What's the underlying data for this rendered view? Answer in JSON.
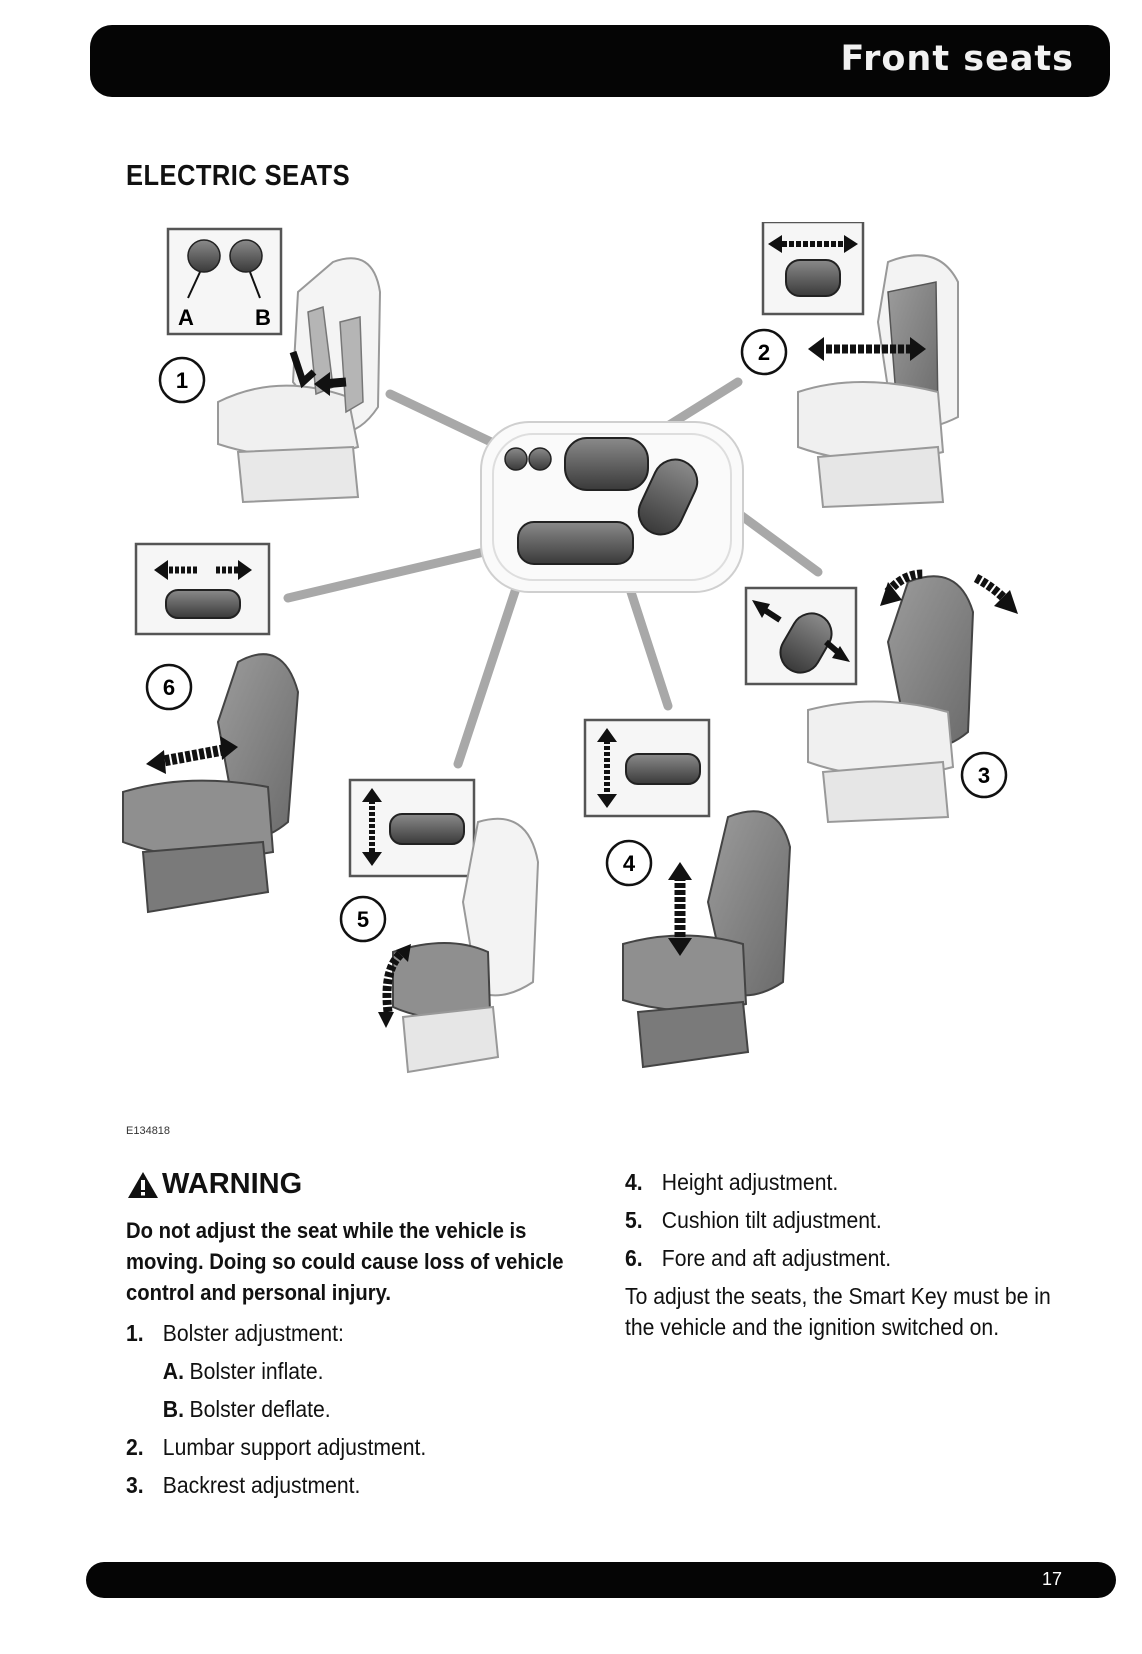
{
  "header": {
    "title": "Front seats"
  },
  "section": {
    "title": "ELECTRIC SEATS"
  },
  "figure": {
    "code": "E134818",
    "callouts": [
      "1",
      "2",
      "3",
      "4",
      "5",
      "6"
    ],
    "button_labels": [
      "A",
      "B"
    ]
  },
  "warning": {
    "heading": "WARNING",
    "text": "Do not adjust the seat while the vehicle is moving. Doing so could cause loss of vehicle control and personal injury."
  },
  "list_left": [
    {
      "num": "1.",
      "text": "Bolster adjustment:"
    },
    {
      "num": "A.",
      "text": "Bolster inflate."
    },
    {
      "num": "B.",
      "text": "Bolster deflate."
    },
    {
      "num": "2.",
      "text": "Lumbar support adjustment."
    },
    {
      "num": "3.",
      "text": "Backrest adjustment."
    }
  ],
  "list_right": [
    {
      "num": "4.",
      "text": "Height adjustment."
    },
    {
      "num": "5.",
      "text": "Cushion tilt adjustment."
    },
    {
      "num": "6.",
      "text": "Fore and aft adjustment."
    }
  ],
  "note": "To adjust the seats, the Smart Key must be in the vehicle and the ignition switched on.",
  "footer": {
    "page_number": "17"
  }
}
